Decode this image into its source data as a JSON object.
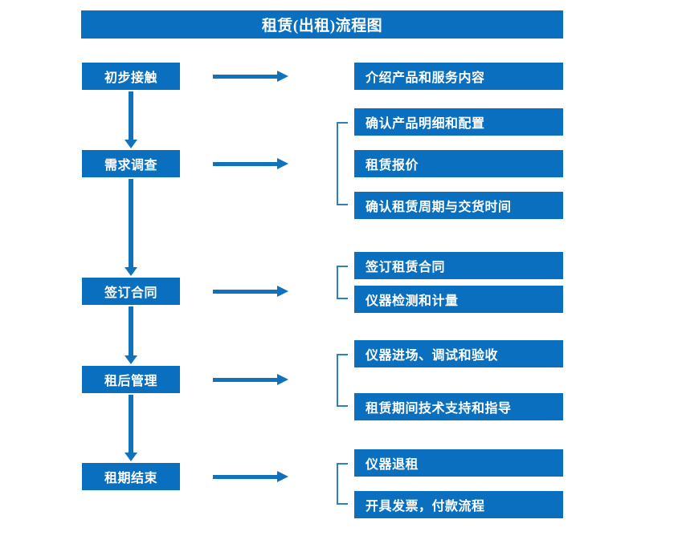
{
  "page": {
    "title": "租赁(出租)流程图",
    "accent_color": "#0A6FBE",
    "arrow_color": "#0E72BC",
    "bracket_color": "#2E7FC0",
    "background_color": "#FFFFFF",
    "text_color": "#FFFFFF"
  },
  "stages": [
    {
      "label": "初步接触"
    },
    {
      "label": "需求调查"
    },
    {
      "label": "签订合同"
    },
    {
      "label": "租后管理"
    },
    {
      "label": "租期结束"
    }
  ],
  "details": [
    {
      "label": "介绍产品和服务内容"
    },
    {
      "label": "确认产品明细和配置"
    },
    {
      "label": "租赁报价"
    },
    {
      "label": "确认租赁周期与交货时间"
    },
    {
      "label": "签订租赁合同"
    },
    {
      "label": "仪器检测和计量"
    },
    {
      "label": "仪器进场、调试和验收"
    },
    {
      "label": "租赁期间技术支持和指导"
    },
    {
      "label": "仪器退租"
    },
    {
      "label": "开具发票，付款流程"
    }
  ],
  "connectors": {
    "horizontal_arrow_count": 5,
    "vertical_arrow_count": 4,
    "bracket_count": 4
  }
}
